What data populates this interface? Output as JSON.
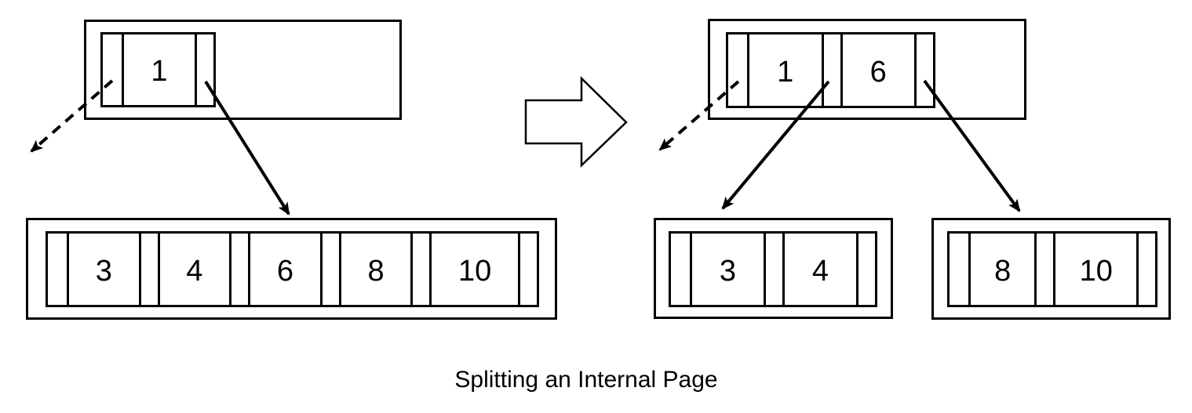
{
  "title": "Splitting an Internal Page",
  "colors": {
    "line": "#000000",
    "text": "#000000",
    "background": "#ffffff"
  },
  "before": {
    "internal_page": {
      "keys": [
        "1"
      ]
    },
    "child_page": {
      "keys": [
        "3",
        "4",
        "6",
        "8",
        "10"
      ]
    }
  },
  "after": {
    "internal_page": {
      "keys": [
        "1",
        "6"
      ]
    },
    "left_child_page": {
      "keys": [
        "3",
        "4"
      ]
    },
    "right_child_page": {
      "keys": [
        "8",
        "10"
      ]
    }
  },
  "icons": {
    "transform_arrow": "block-arrow-right",
    "child_pointer_arrow": "solid-arrow",
    "sibling_pointer_arrow": "dashed-arrow"
  }
}
